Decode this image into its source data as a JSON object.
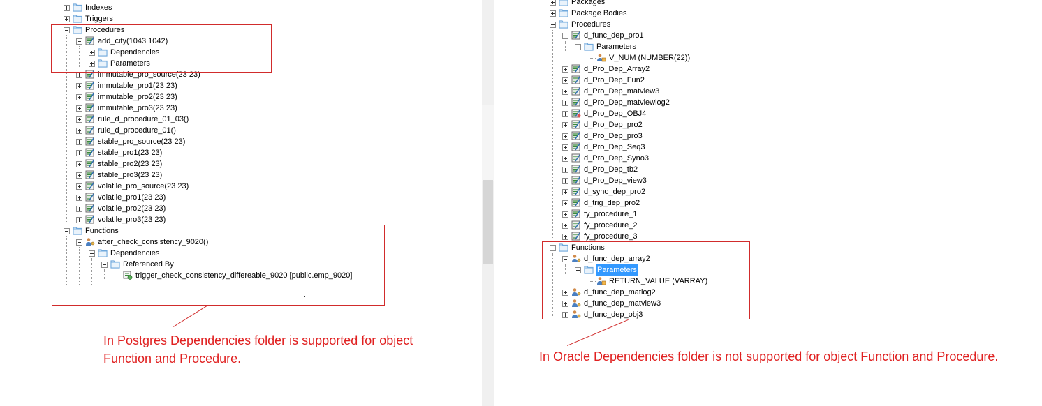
{
  "left_tree": [
    {
      "label": "Indexes",
      "icon": "folder-icon",
      "expander": "plus"
    },
    {
      "label": "Triggers",
      "icon": "folder-icon",
      "expander": "plus"
    },
    {
      "label": "Procedures",
      "icon": "folder-icon",
      "expander": "minus"
    },
    {
      "label": "add_city(1043 1042)",
      "icon": "procedure-icon",
      "expander": "minus"
    },
    {
      "label": "Dependencies",
      "icon": "folder-icon",
      "expander": "plus"
    },
    {
      "label": "Parameters",
      "icon": "folder-icon",
      "expander": "plus"
    },
    {
      "label": "immutable_pro_source(23 23)",
      "icon": "procedure-icon",
      "expander": "plus"
    },
    {
      "label": "immutable_pro1(23 23)",
      "icon": "procedure-icon",
      "expander": "plus"
    },
    {
      "label": "immutable_pro2(23 23)",
      "icon": "procedure-icon",
      "expander": "plus"
    },
    {
      "label": "immutable_pro3(23 23)",
      "icon": "procedure-icon",
      "expander": "plus"
    },
    {
      "label": "rule_d_procedure_01_03()",
      "icon": "procedure-icon",
      "expander": "plus"
    },
    {
      "label": "rule_d_procedure_01()",
      "icon": "procedure-icon",
      "expander": "plus"
    },
    {
      "label": "stable_pro_source(23 23)",
      "icon": "procedure-icon",
      "expander": "plus"
    },
    {
      "label": "stable_pro1(23 23)",
      "icon": "procedure-icon",
      "expander": "plus"
    },
    {
      "label": "stable_pro2(23 23)",
      "icon": "procedure-icon",
      "expander": "plus"
    },
    {
      "label": "stable_pro3(23 23)",
      "icon": "procedure-icon",
      "expander": "plus"
    },
    {
      "label": "volatile_pro_source(23 23)",
      "icon": "procedure-icon",
      "expander": "plus"
    },
    {
      "label": "volatile_pro1(23 23)",
      "icon": "procedure-icon",
      "expander": "plus"
    },
    {
      "label": "volatile_pro2(23 23)",
      "icon": "procedure-icon",
      "expander": "plus"
    },
    {
      "label": "volatile_pro3(23 23)",
      "icon": "procedure-icon",
      "expander": "plus"
    },
    {
      "label": "Functions",
      "icon": "folder-icon",
      "expander": "minus"
    },
    {
      "label": "after_check_consistency_9020()",
      "icon": "function-icon",
      "expander": "minus"
    },
    {
      "label": "Dependencies",
      "icon": "folder-icon",
      "expander": "minus"
    },
    {
      "label": "Referenced By",
      "icon": "folder-icon",
      "expander": "minus"
    },
    {
      "label": "trigger_check_consistency_differeable_9020 [public.emp_9020]",
      "icon": "trigger-icon",
      "expander": "none"
    }
  ],
  "right_tree": [
    {
      "label": "Packages",
      "icon": "folder-icon",
      "expander": "plus"
    },
    {
      "label": "Package Bodies",
      "icon": "folder-icon",
      "expander": "plus"
    },
    {
      "label": "Procedures",
      "icon": "folder-icon",
      "expander": "minus"
    },
    {
      "label": "d_func_dep_pro1",
      "icon": "procedure-icon",
      "expander": "minus"
    },
    {
      "label": "Parameters",
      "icon": "folder-icon",
      "expander": "minus"
    },
    {
      "label": "V_NUM (NUMBER(22))",
      "icon": "parameter-icon",
      "expander": "none"
    },
    {
      "label": "d_Pro_Dep_Array2",
      "icon": "procedure-icon",
      "expander": "plus"
    },
    {
      "label": "d_Pro_Dep_Fun2",
      "icon": "procedure-icon",
      "expander": "plus"
    },
    {
      "label": "d_Pro_Dep_matview3",
      "icon": "procedure-icon",
      "expander": "plus"
    },
    {
      "label": "d_Pro_Dep_matviewlog2",
      "icon": "procedure-icon",
      "expander": "plus"
    },
    {
      "label": "d_Pro_Dep_OBJ4",
      "icon": "procedure-error-icon",
      "expander": "plus"
    },
    {
      "label": "d_Pro_Dep_pro2",
      "icon": "procedure-icon",
      "expander": "plus"
    },
    {
      "label": "d_Pro_Dep_pro3",
      "icon": "procedure-icon",
      "expander": "plus"
    },
    {
      "label": "d_Pro_Dep_Seq3",
      "icon": "procedure-icon",
      "expander": "plus"
    },
    {
      "label": "d_Pro_Dep_Syno3",
      "icon": "procedure-icon",
      "expander": "plus"
    },
    {
      "label": "d_Pro_Dep_tb2",
      "icon": "procedure-icon",
      "expander": "plus"
    },
    {
      "label": "d_Pro_Dep_view3",
      "icon": "procedure-icon",
      "expander": "plus"
    },
    {
      "label": "d_syno_dep_pro2",
      "icon": "procedure-icon",
      "expander": "plus"
    },
    {
      "label": "d_trig_dep_pro2",
      "icon": "procedure-icon",
      "expander": "plus"
    },
    {
      "label": "fy_procedure_1",
      "icon": "procedure-icon",
      "expander": "plus"
    },
    {
      "label": "fy_procedure_2",
      "icon": "procedure-icon",
      "expander": "plus"
    },
    {
      "label": "fy_procedure_3",
      "icon": "procedure-icon",
      "expander": "plus"
    },
    {
      "label": "Functions",
      "icon": "folder-icon",
      "expander": "minus"
    },
    {
      "label": "d_func_dep_array2",
      "icon": "function-icon",
      "expander": "minus"
    },
    {
      "label": "Parameters",
      "icon": "folder-icon",
      "expander": "minus",
      "selected": true
    },
    {
      "label": "RETURN_VALUE (VARRAY)",
      "icon": "parameter-icon",
      "expander": "none"
    },
    {
      "label": "d_func_dep_matlog2",
      "icon": "function-icon",
      "expander": "plus"
    },
    {
      "label": "d_func_dep_matview3",
      "icon": "function-icon",
      "expander": "plus"
    },
    {
      "label": "d_func_dep_obj3",
      "icon": "function-icon",
      "expander": "plus"
    }
  ],
  "annotations": {
    "postgres_note": "In Postgres Dependencies folder is supported for object Function and Procedure.",
    "oracle_note": "In Oracle Dependencies folder is not supported for object Function and Procedure."
  },
  "colors": {
    "annotation": "#d12c2c",
    "folder": "#6fa8dc",
    "selection": "#3399ff"
  }
}
